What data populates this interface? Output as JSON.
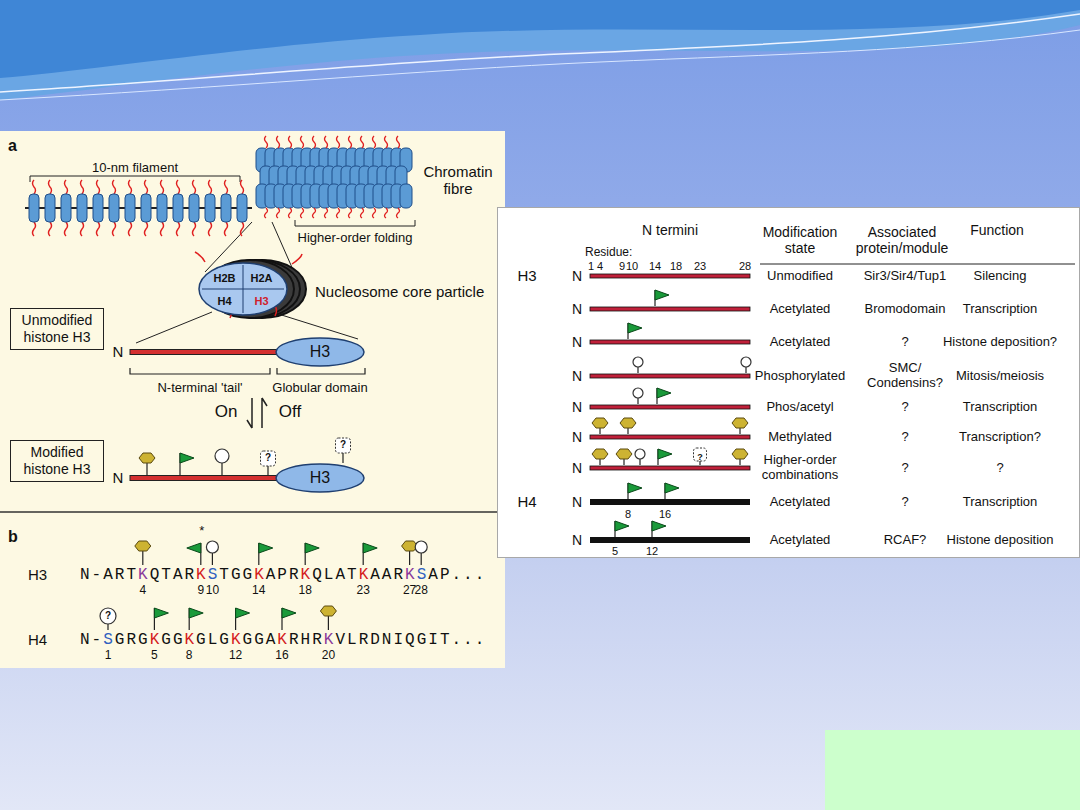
{
  "diagram": {
    "nodes": [
      {
        "text": [
          "H2B",
          "H2A",
          "H4",
          "H3"
        ]
      },
      {
        "text": [
          "Unmodified histone H3"
        ]
      },
      {
        "text": [
          "H3"
        ]
      },
      {
        "text": [
          "Modified histone H3"
        ]
      },
      {
        "text": [
          "H3"
        ]
      }
    ],
    "labels": [
      "a",
      "10-nm filament",
      "Chromatin fibre",
      "Higher-order folding",
      "Nucleosome core particle",
      "N",
      "N-terminal 'tail'",
      "Globular domain",
      "On",
      "Off",
      "N",
      "?",
      "?",
      "b",
      "*",
      "H3",
      "N-ARTKQTARKSTGGKAPRKQLATKAARKSAP...",
      "4",
      "9",
      "10",
      "14",
      "18",
      "23",
      "27",
      "28",
      "H4",
      "N-SGRGKGGKGLGKGGAKRHRKVLRDNIQGIT...",
      "?",
      "1",
      "5",
      "8",
      "12",
      "16",
      "20",
      "N termini",
      "Modification state",
      "Associated protein/module",
      "Function",
      "Residue:",
      "1",
      "4",
      "9",
      "10",
      "14",
      "18",
      "23",
      "28",
      "H3",
      "N",
      "Unmodified",
      "Sir3/Sir4/Tup1",
      "Silencing",
      "N",
      "Acetylated",
      "Bromodomain",
      "Transcription",
      "N",
      "Acetylated",
      "?",
      "Histone deposition?",
      "N",
      "Phosphorylated",
      "SMC/ Condensins?",
      "Mitosis/meiosis",
      "N",
      "Phos/acetyl",
      "?",
      "Transcription",
      "N",
      "Methylated",
      "?",
      "Transcription?",
      "N",
      "Higher-order combinations",
      "?",
      "?",
      "?",
      "H4",
      "N",
      "Acetylated",
      "?",
      "Transcription",
      "8",
      "16",
      "N",
      "Acetylated",
      "RCAF?",
      "Histone deposition",
      "5",
      "12"
    ]
  }
}
